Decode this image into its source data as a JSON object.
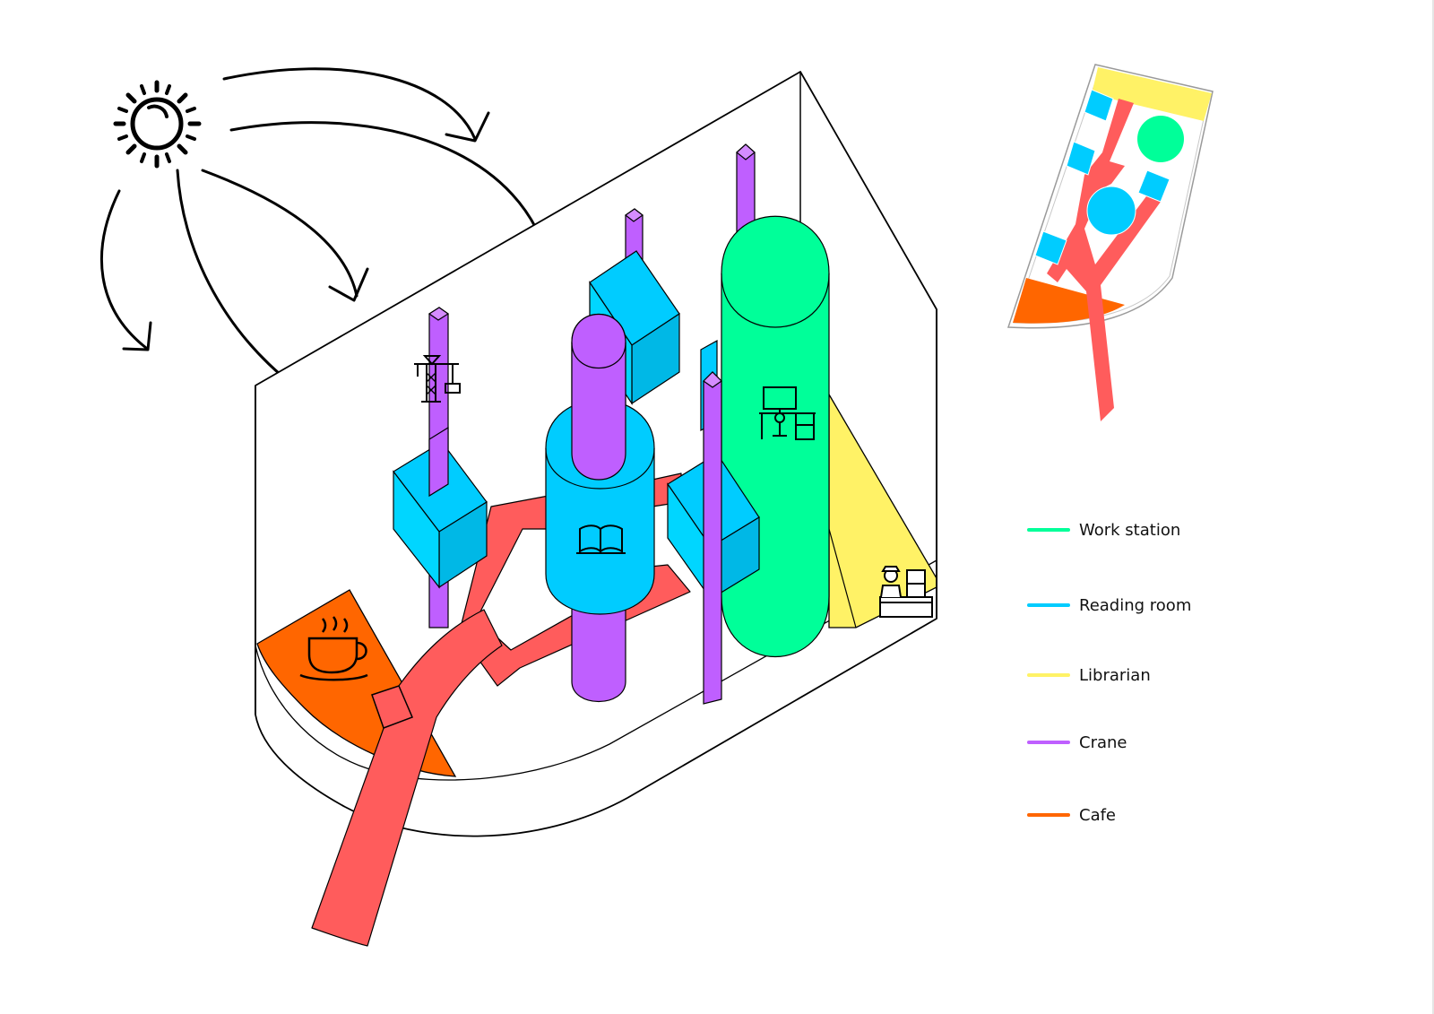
{
  "colors": {
    "work_station": "#00FF99",
    "reading_room": "#00CCFF",
    "librarian": "#FFF266",
    "crane": "#BF5FFF",
    "cafe": "#FF6600",
    "path": "#FF5C5C",
    "outline": "#000000"
  },
  "icons": {
    "sun": "sun-icon",
    "crane": "construction-crane-icon",
    "desk": "desk-workstation-icon",
    "book": "open-book-icon",
    "cup": "coffee-cup-icon",
    "librarian": "librarian-desk-icon"
  },
  "legend": [
    {
      "label": "Work station",
      "color": "#00FF99"
    },
    {
      "label": "Reading room",
      "color": "#00CCFF"
    },
    {
      "label": "Librarian",
      "color": "#FFF266"
    },
    {
      "label": "Crane",
      "color": "#BF5FFF"
    },
    {
      "label": "Cafe",
      "color": "#FF6600"
    }
  ]
}
